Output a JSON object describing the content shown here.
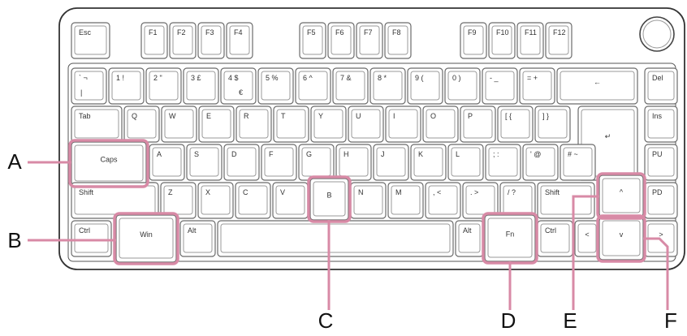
{
  "keyboard": {
    "keys": [
      {
        "id": "esc",
        "label": "Esc"
      },
      {
        "id": "f1",
        "label": "F1"
      },
      {
        "id": "f2",
        "label": "F2"
      },
      {
        "id": "f3",
        "label": "F3"
      },
      {
        "id": "f4",
        "label": "F4"
      },
      {
        "id": "f5",
        "label": "F5"
      },
      {
        "id": "f6",
        "label": "F6"
      },
      {
        "id": "f7",
        "label": "F7"
      },
      {
        "id": "f8",
        "label": "F8"
      },
      {
        "id": "f9",
        "label": "F9"
      },
      {
        "id": "f10",
        "label": "F10"
      },
      {
        "id": "f11",
        "label": "F11"
      },
      {
        "id": "f12",
        "label": "F12"
      },
      {
        "id": "grave",
        "label": "` ¬"
      },
      {
        "id": "k1",
        "label": "1 !"
      },
      {
        "id": "k2",
        "label": "2 \""
      },
      {
        "id": "k3",
        "label": "3 £"
      },
      {
        "id": "k4",
        "label": "4 $"
      },
      {
        "id": "k5",
        "label": "5 %"
      },
      {
        "id": "k6",
        "label": "6 ^"
      },
      {
        "id": "k7",
        "label": "7 &"
      },
      {
        "id": "k8",
        "label": "8 *"
      },
      {
        "id": "k9",
        "label": "9 ("
      },
      {
        "id": "k0",
        "label": "0 )"
      },
      {
        "id": "minus",
        "label": "- _"
      },
      {
        "id": "equal",
        "label": "= +"
      },
      {
        "id": "backspace",
        "label": "←"
      },
      {
        "id": "del",
        "label": "Del"
      },
      {
        "id": "tab",
        "label": "Tab"
      },
      {
        "id": "q",
        "label": "Q"
      },
      {
        "id": "w",
        "label": "W"
      },
      {
        "id": "e",
        "label": "E"
      },
      {
        "id": "r",
        "label": "R"
      },
      {
        "id": "t",
        "label": "T"
      },
      {
        "id": "y",
        "label": "Y"
      },
      {
        "id": "u",
        "label": "U"
      },
      {
        "id": "i",
        "label": "I"
      },
      {
        "id": "o",
        "label": "O"
      },
      {
        "id": "p",
        "label": "P"
      },
      {
        "id": "lbracket",
        "label": "[ {"
      },
      {
        "id": "rbracket",
        "label": "] }"
      },
      {
        "id": "enter",
        "label": "↵"
      },
      {
        "id": "ins",
        "label": "Ins"
      },
      {
        "id": "caps",
        "label": "Caps"
      },
      {
        "id": "a",
        "label": "A"
      },
      {
        "id": "s",
        "label": "S"
      },
      {
        "id": "d",
        "label": "D"
      },
      {
        "id": "f",
        "label": "F"
      },
      {
        "id": "g",
        "label": "G"
      },
      {
        "id": "h",
        "label": "H"
      },
      {
        "id": "j",
        "label": "J"
      },
      {
        "id": "k",
        "label": "K"
      },
      {
        "id": "l",
        "label": "L"
      },
      {
        "id": "semicolon",
        "label": "; :"
      },
      {
        "id": "quote",
        "label": "' @"
      },
      {
        "id": "hash",
        "label": "# ~"
      },
      {
        "id": "pu",
        "label": "PU"
      },
      {
        "id": "lshift",
        "label": "Shift"
      },
      {
        "id": "backslash",
        "label": "\\ |"
      },
      {
        "id": "z",
        "label": "Z"
      },
      {
        "id": "x",
        "label": "X"
      },
      {
        "id": "c",
        "label": "C"
      },
      {
        "id": "v",
        "label": "V"
      },
      {
        "id": "b",
        "label": "B"
      },
      {
        "id": "n",
        "label": "N"
      },
      {
        "id": "m",
        "label": "M"
      },
      {
        "id": "comma",
        "label": ", <"
      },
      {
        "id": "period",
        "label": ". >"
      },
      {
        "id": "slash",
        "label": "/ ?"
      },
      {
        "id": "rshift",
        "label": "Shift"
      },
      {
        "id": "up",
        "label": "^"
      },
      {
        "id": "pd",
        "label": "PD"
      },
      {
        "id": "lctrl",
        "label": "Ctrl"
      },
      {
        "id": "win",
        "label": "Win"
      },
      {
        "id": "lalt",
        "label": "Alt"
      },
      {
        "id": "space",
        "label": ""
      },
      {
        "id": "ralt",
        "label": "Alt"
      },
      {
        "id": "fn",
        "label": "Fn"
      },
      {
        "id": "rctrl",
        "label": "Ctrl"
      },
      {
        "id": "left",
        "label": "<"
      },
      {
        "id": "down",
        "label": "v"
      },
      {
        "id": "right",
        "label": ">"
      }
    ],
    "extra_legends": {
      "k4_alt": "€",
      "grave_alt": "|"
    }
  },
  "callouts": [
    {
      "letter": "A",
      "target": "caps"
    },
    {
      "letter": "B",
      "target": "win"
    },
    {
      "letter": "C",
      "target": "b"
    },
    {
      "letter": "D",
      "target": "fn"
    },
    {
      "letter": "E",
      "target": "up"
    },
    {
      "letter": "F",
      "target": "down"
    }
  ],
  "colors": {
    "highlight": "#d88aa6",
    "key_outline": "#6b6b6b",
    "frame": "#333333"
  }
}
